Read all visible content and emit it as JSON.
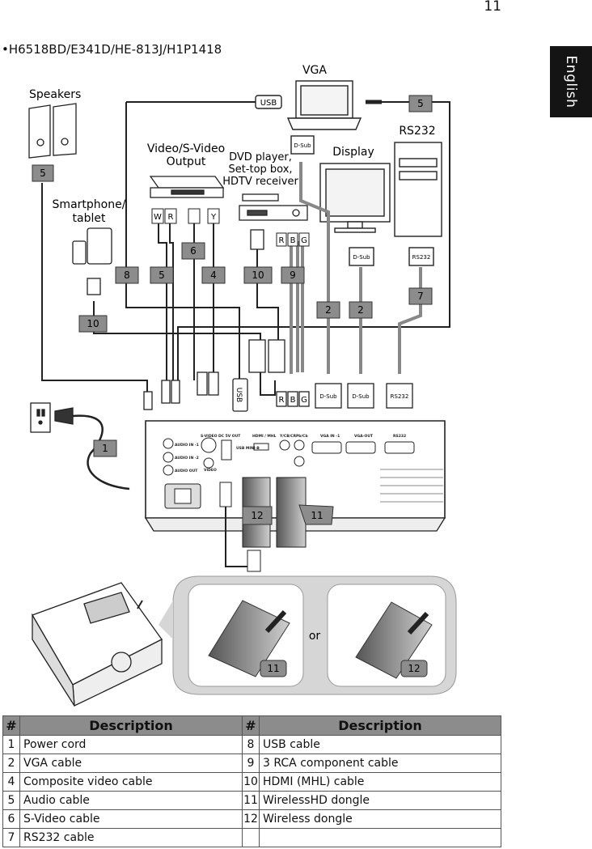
{
  "page_number": "11",
  "language_tab": "English",
  "model_line": "•H6518BD/E341D/HE-813J/H1P1418",
  "diagram": {
    "labels": {
      "vga": "VGA",
      "speakers": "Speakers",
      "video_output": [
        "Video/S-Video",
        "Output"
      ],
      "dvd": [
        "DVD player,",
        "Set-top box,",
        "HDTV receiver"
      ],
      "display": "Display",
      "rs232": "RS232",
      "smartphone": [
        "Smartphone/",
        "tablet"
      ],
      "or": "or"
    },
    "connector_labels": {
      "usb": "USB",
      "dsub": "D-Sub",
      "rs232": "RS232",
      "w": "W",
      "r": "R",
      "y": "Y",
      "r2": "R",
      "b": "B",
      "g": "G"
    },
    "panel_labels": {
      "audio_in_1": "AUDIO IN -1",
      "audio_in_2": "AUDIO IN -2",
      "audio_out": "AUDIO OUT",
      "svideo": "S-VIDEO",
      "dc5v": "DC 5V OUT",
      "usb_mini_b": "USB MINI-B",
      "video": "VIDEO",
      "hdmi_mhl": "HDMI / MHL",
      "ypbpr": "Y/CB/CR",
      "pbpr": "Pb/Cb",
      "vga_in": "VGA IN -1",
      "vga_out": "VGA-OUT",
      "rs232": "RS232"
    },
    "callouts": {
      "c5_speakers": "5",
      "c5_vga": "5",
      "c8": "8",
      "c5_audio": "5",
      "c6": "6",
      "c4": "4",
      "c10_hdmi": "10",
      "c9": "9",
      "c2_a": "2",
      "c2_b": "2",
      "c7": "7",
      "c10_phone": "10",
      "c1": "1",
      "c12": "12",
      "c11": "11",
      "c11_inset": "11",
      "c12_inset": "12"
    }
  },
  "table": {
    "headers": [
      "#",
      "Description",
      "#",
      "Description"
    ],
    "rows": [
      [
        "1",
        "Power cord",
        "8",
        "USB cable"
      ],
      [
        "2",
        "VGA cable",
        "9",
        "3 RCA component cable"
      ],
      [
        "4",
        "Composite video cable",
        "10",
        "HDMI (MHL) cable"
      ],
      [
        "5",
        "Audio cable",
        "11",
        "WirelessHD dongle"
      ],
      [
        "6",
        "S-Video cable",
        "12",
        "Wireless dongle"
      ],
      [
        "7",
        "RS232 cable",
        "",
        ""
      ]
    ]
  }
}
